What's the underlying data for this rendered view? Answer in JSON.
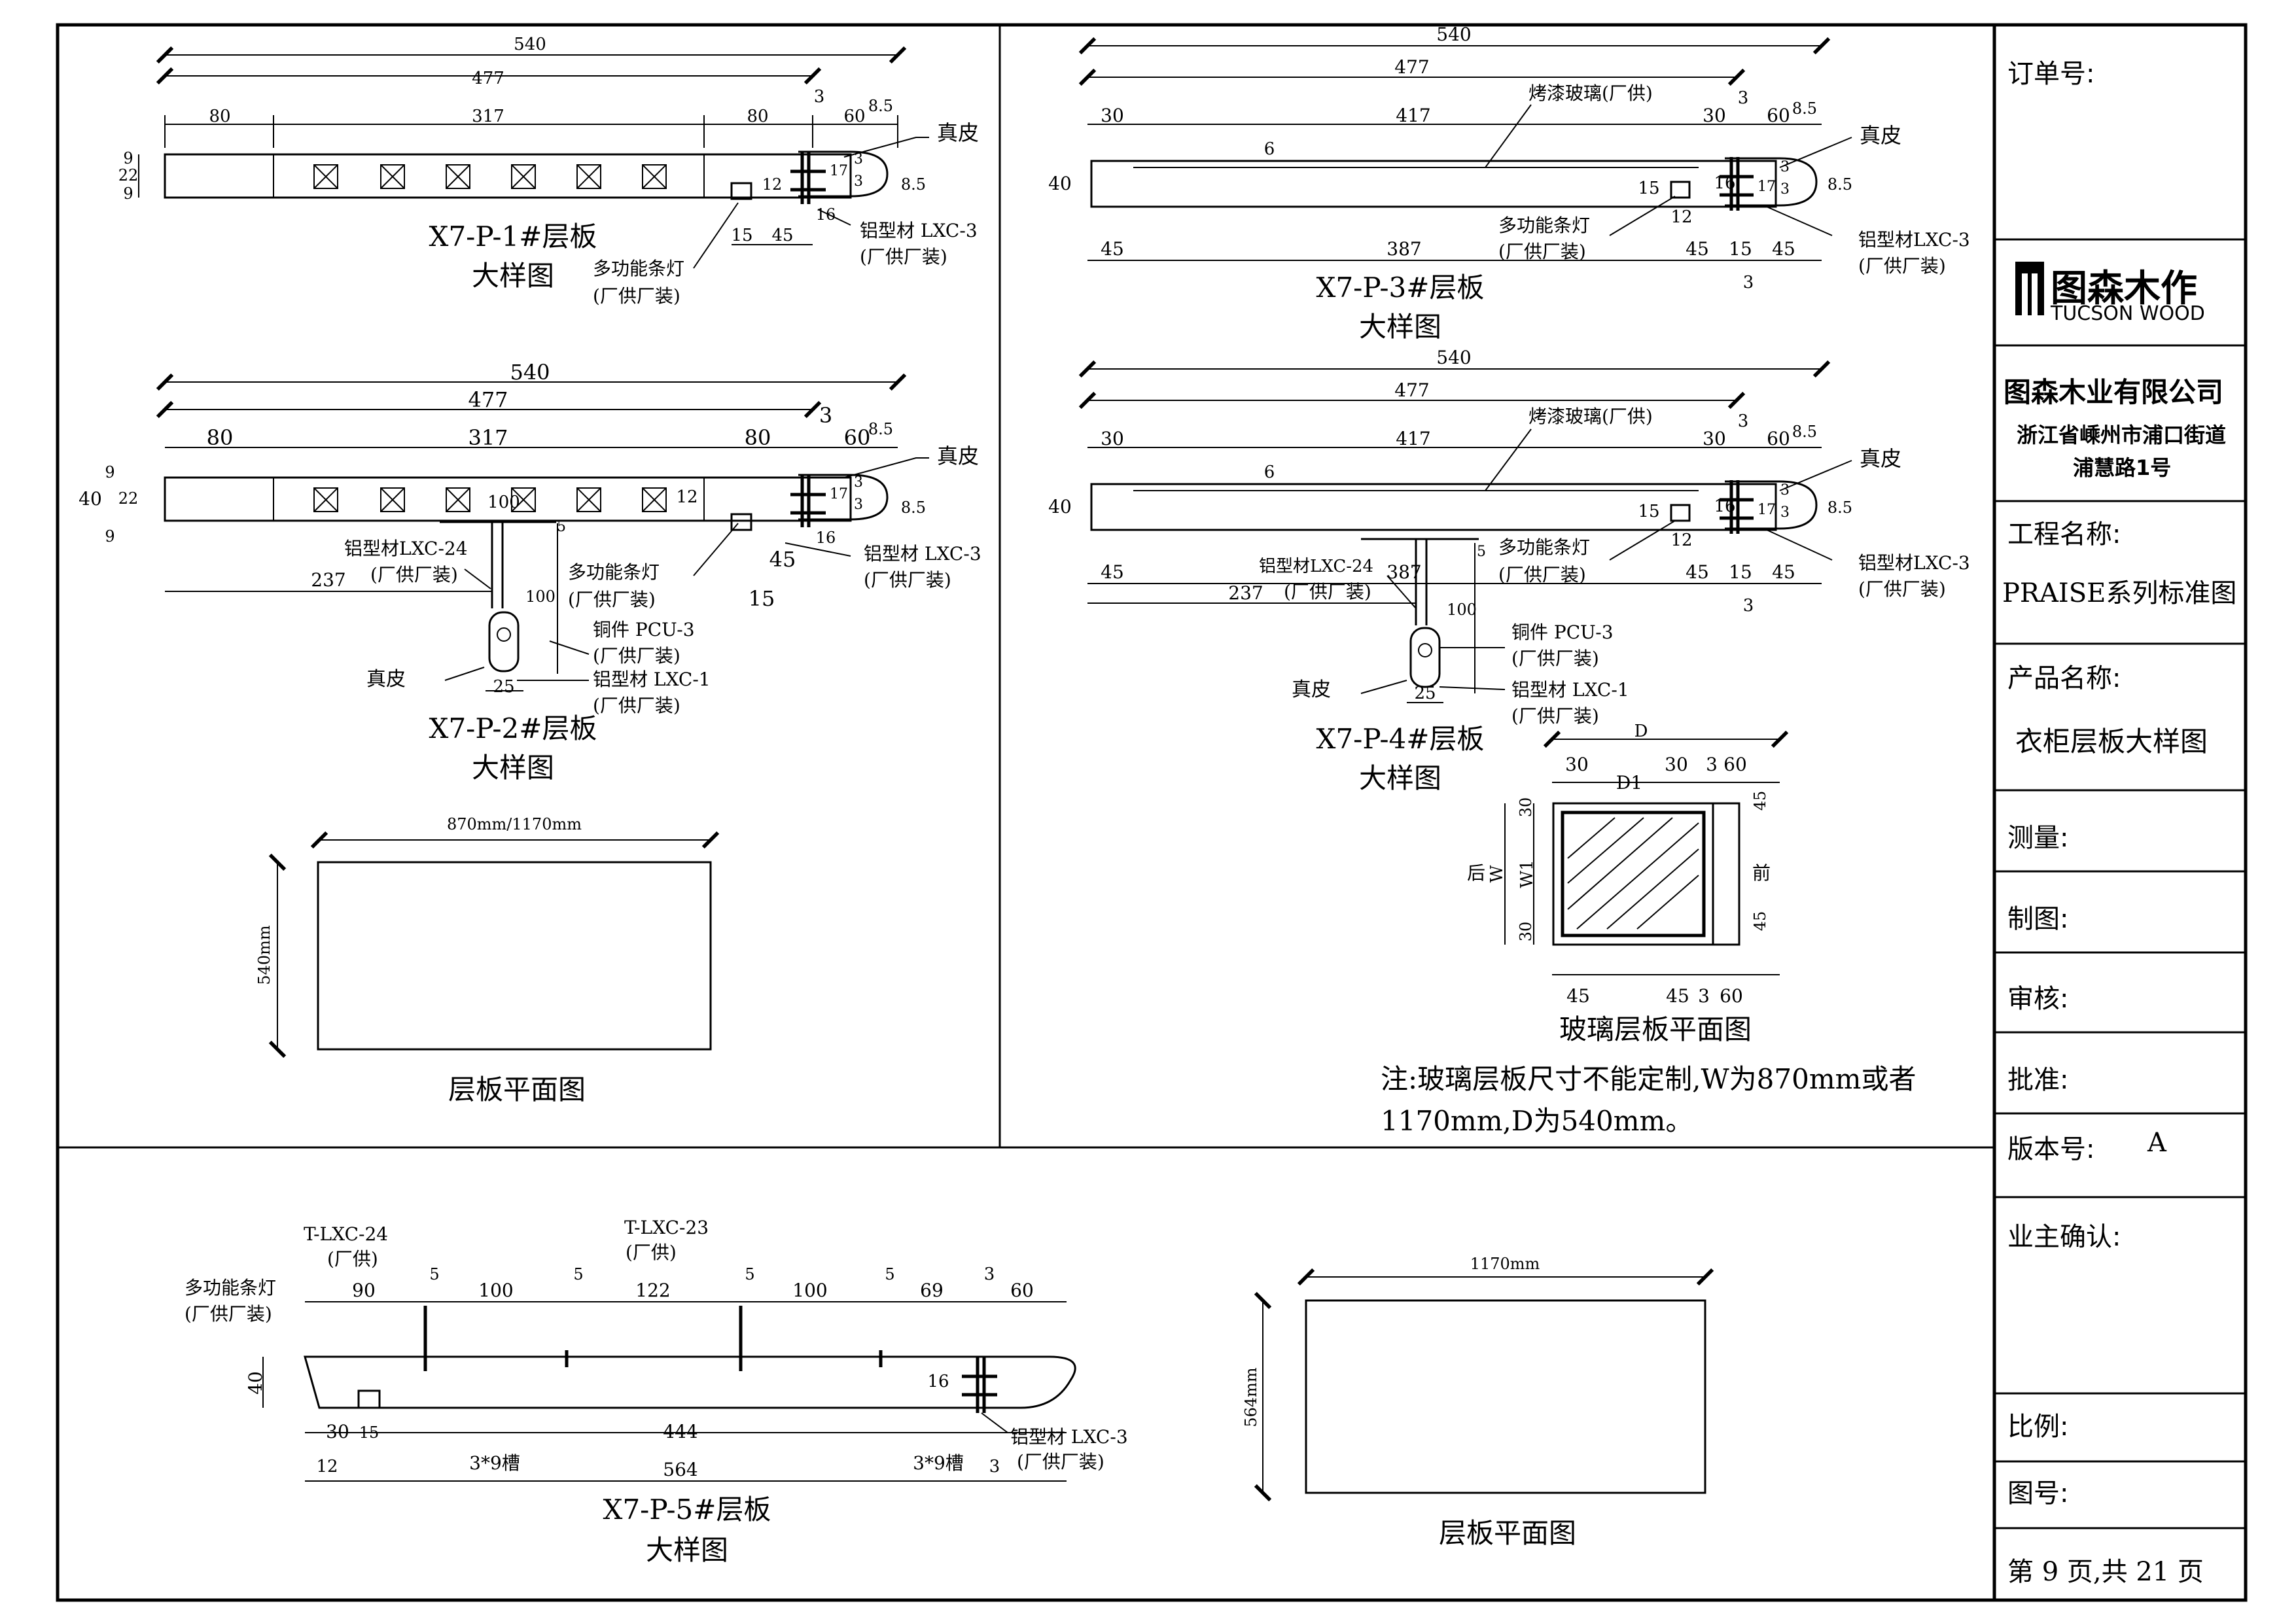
{
  "title_block": {
    "order_no_label": "订单号:",
    "brand_cn": "图森木作",
    "brand_en": "TUCSON WOOD",
    "company_name": "图森木业有限公司",
    "address_line1": "浙江省嵊州市浦口街道",
    "address_line2": "浦慧路1号",
    "project_label": "工程名称:",
    "project_value": "PRAISE系列标准图",
    "product_label": "产品名称:",
    "product_value": "衣柜层板大样图",
    "survey_label": "测量:",
    "draw_label": "制图:",
    "review_label": "审核:",
    "approve_label": "批准:",
    "version_label": "版本号:",
    "version_value": "A",
    "owner_label": "业主确认:",
    "scale_label": "比例:",
    "drawing_no_label": "图号:",
    "page_label": "第 9 页,共 21 页"
  },
  "p1": {
    "dims": [
      "540",
      "477",
      "80",
      "317",
      "80",
      "3",
      "60",
      "8.5",
      "9",
      "22",
      "9",
      "12",
      "17",
      "3",
      "3",
      "8.5",
      "15",
      "45",
      "16"
    ],
    "leather": "真皮",
    "aluminum": "铝型材 LXC-3",
    "aluminum_note": "(厂供厂装)",
    "light": "多功能条灯",
    "light_note": "(厂供厂装)",
    "title": "X7-P-1#层板",
    "subtitle": "大样图"
  },
  "p2": {
    "dims": [
      "540",
      "477",
      "80",
      "317",
      "80",
      "3",
      "60",
      "8.5",
      "40",
      "9",
      "22",
      "9",
      "12",
      "100",
      "5",
      "17",
      "3",
      "3",
      "8.5",
      "45",
      "15",
      "16",
      "237",
      "100",
      "25"
    ],
    "leather": "真皮",
    "aluminum": "铝型材 LXC-3",
    "aluminum_note": "(厂供厂装)",
    "light": "多功能条灯",
    "light_note": "(厂供厂装)",
    "lxc24": "铝型材LXC-24",
    "lxc24_note": "(厂供厂装)",
    "copper": "铜件 PCU-3",
    "copper_note": "(厂供厂装)",
    "leather2": "真皮",
    "lxc1": "铝型材 LXC-1",
    "lxc1_note": "(厂供厂装)",
    "title": "X7-P-2#层板",
    "subtitle": "大样图"
  },
  "plan1": {
    "width": "870mm/1170mm",
    "depth": "540mm",
    "title": "层板平面图"
  },
  "p3": {
    "dims": [
      "540",
      "477",
      "30",
      "417",
      "30",
      "3",
      "60",
      "8.5",
      "6",
      "40",
      "15",
      "12",
      "16",
      "17",
      "3",
      "3",
      "8.5",
      "45",
      "387",
      "45",
      "15",
      "45",
      "3"
    ],
    "glass": "烤漆玻璃(厂供)",
    "leather": "真皮",
    "light": "多功能条灯",
    "light_note": "(厂供厂装)",
    "aluminum": "铝型材LXC-3",
    "aluminum_note": "(厂供厂装)",
    "title": "X7-P-3#层板",
    "subtitle": "大样图"
  },
  "p4": {
    "dims": [
      "540",
      "477",
      "30",
      "417",
      "30",
      "3",
      "60",
      "8.5",
      "6",
      "40",
      "15",
      "12",
      "16",
      "17",
      "3",
      "3",
      "8.5",
      "45",
      "387",
      "45",
      "15",
      "45",
      "237",
      "5",
      "100",
      "25",
      "3"
    ],
    "glass": "烤漆玻璃(厂供)",
    "leather": "真皮",
    "light": "多功能条灯",
    "light_note": "(厂供厂装)",
    "lxc24": "铝型材LXC-24",
    "lxc24_note": "(厂供厂装)",
    "aluminum": "铝型材LXC-3",
    "aluminum_note": "(厂供厂装)",
    "copper": "铜件 PCU-3",
    "copper_note": "(厂供厂装)",
    "leather2": "真皮",
    "lxc1": "铝型材 LXC-1",
    "lxc1_note": "(厂供厂装)",
    "title": "X7-P-4#层板",
    "subtitle": "大样图"
  },
  "glass_plan": {
    "D": "D",
    "d30a": "30",
    "D1": "D1",
    "d30b": "30",
    "d3": "3",
    "d60": "60",
    "h30a": "30",
    "h30b": "30",
    "W": "W",
    "W1": "W1",
    "h45a": "45",
    "h45b": "45",
    "back": "后",
    "front": "前",
    "b45a": "45",
    "b45b": "45",
    "b3": "3",
    "b60": "60",
    "title": "玻璃层板平面图",
    "note_line1": "注:玻璃层板尺寸不能定制,W为870mm或者",
    "note_line2": "1170mm,D为540mm。"
  },
  "p5": {
    "tlxc24": "T-LXC-24",
    "tlxc24_note": "(厂供)",
    "tlxc23": "T-LXC-23",
    "tlxc23_note": "(厂供)",
    "light": "多功能条灯",
    "light_note": "(厂供厂装)",
    "dims_top": [
      "90",
      "5",
      "100",
      "5",
      "122",
      "5",
      "100",
      "5",
      "69",
      "3",
      "60"
    ],
    "h40": "40",
    "d16": "16",
    "dims_bottom": [
      "30",
      "15",
      "444",
      "12",
      "3*9槽",
      "3*9槽",
      "3",
      "564"
    ],
    "aluminum": "铝型材 LXC-3",
    "aluminum_note": "(厂供厂装)",
    "title": "X7-P-5#层板",
    "subtitle": "大样图"
  },
  "plan2": {
    "width": "1170mm",
    "depth": "564mm",
    "title": "层板平面图"
  }
}
